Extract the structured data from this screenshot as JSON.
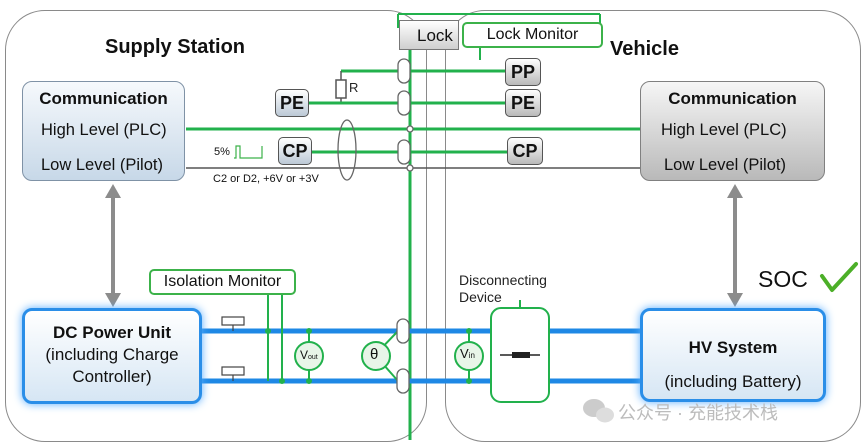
{
  "supply_station": {
    "title": "Supply Station",
    "communication": {
      "header": "Communication",
      "high": "High Level (PLC)",
      "low": "Low Level (Pilot)"
    },
    "pe_label": "PE",
    "cp_label": "CP",
    "resistor_label": "R",
    "pwm_label": "5%",
    "cp_states": "C2 or D2, +6V or +3V",
    "isolation_monitor": "Isolation Monitor",
    "dc_power_unit": {
      "line1": "DC Power Unit",
      "line2": "(including Charge",
      "line3": "Controller)"
    }
  },
  "vehicle": {
    "title": "Vehicle",
    "communication": {
      "header": "Communication",
      "high": "High Level (PLC)",
      "low": "Low Level (Pilot)"
    },
    "pp_label": "PP",
    "pe_label": "PE",
    "cp_label": "CP",
    "disconnecting_device": {
      "line1": "Disconnecting",
      "line2": "Device"
    },
    "hv_system": {
      "line1": "HV System",
      "line2": "(including Battery)"
    },
    "soc_label": "SOC"
  },
  "lock": {
    "label": "Lock",
    "monitor": "Lock Monitor"
  },
  "meters": {
    "vout": "V",
    "vout_sub": "out",
    "theta": "θ",
    "vin": "V",
    "vin_sub": "in"
  },
  "watermark": "公众号 · 充能技术栈",
  "colors": {
    "green": "#22b14c",
    "blue": "#1e88e5",
    "grey_arrow": "#8c8c8c",
    "soc_check": "#4caf28"
  }
}
